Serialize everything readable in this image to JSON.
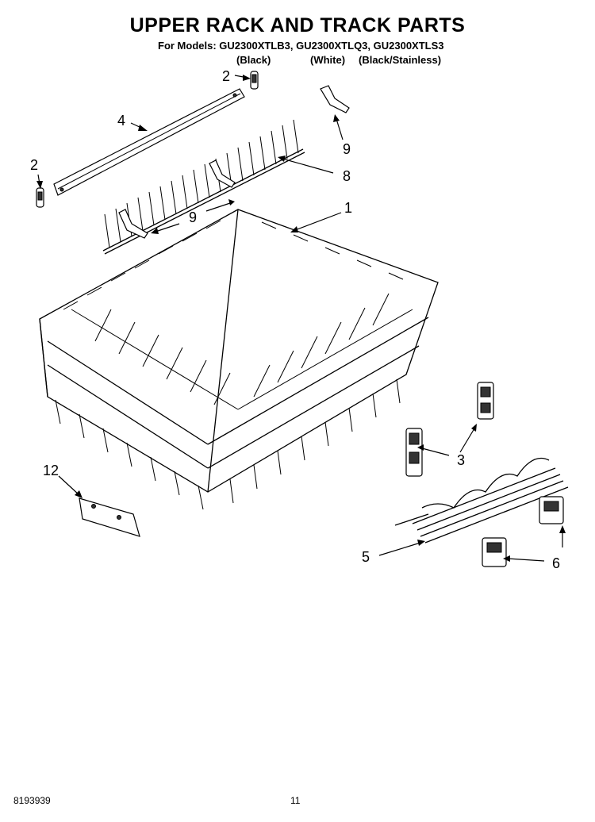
{
  "header": {
    "title": "UPPER RACK AND TRACK PARTS",
    "models": "For Models: GU2300XTLB3, GU2300XTLQ3, GU2300XTLS3",
    "colors": [
      "(Black)",
      "(White)",
      "(Black/Stainless)"
    ]
  },
  "callouts": {
    "c1": "1",
    "c2a": "2",
    "c2b": "2",
    "c3": "3",
    "c4": "4",
    "c5": "5",
    "c6": "6",
    "c8": "8",
    "c9a": "9",
    "c9b": "9",
    "c12": "12"
  },
  "footer": {
    "doc_number": "8193939",
    "page_number": "11"
  }
}
